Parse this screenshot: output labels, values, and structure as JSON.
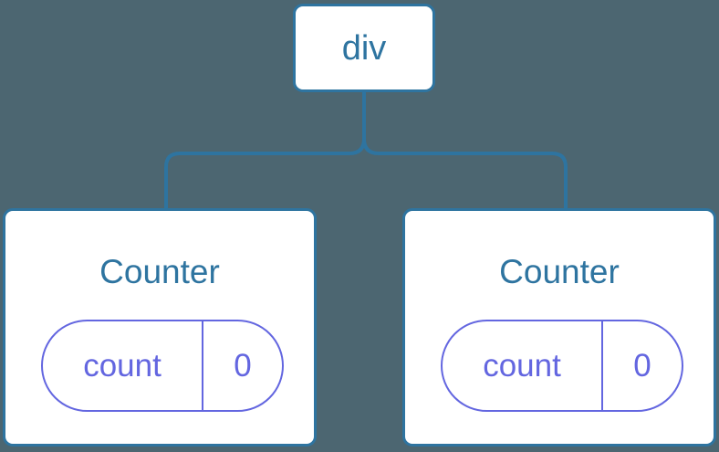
{
  "diagram": {
    "type": "component-tree",
    "background_color": "#4c6671",
    "node_border_color": "#2e74a0",
    "node_text_color": "#2e74a0",
    "state_color": "#6366e0",
    "edge_color": "#2e74a0"
  },
  "root": {
    "label": "div"
  },
  "children": [
    {
      "label": "Counter",
      "state": {
        "key": "count",
        "value": "0"
      }
    },
    {
      "label": "Counter",
      "state": {
        "key": "count",
        "value": "0"
      }
    }
  ]
}
